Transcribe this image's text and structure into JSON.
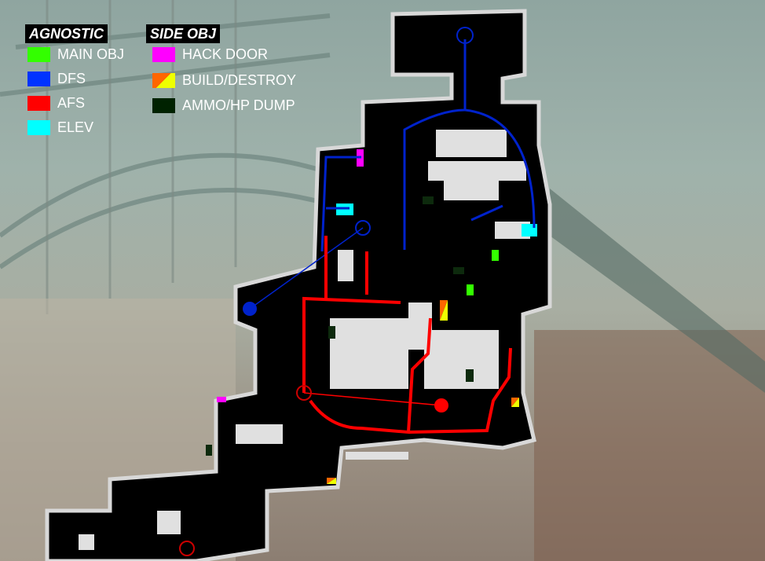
{
  "legend": {
    "agnostic": {
      "title": "AGNOSTIC",
      "items": [
        {
          "label": "MAIN OBJ",
          "color": "#33ff00"
        },
        {
          "label": "DFS",
          "color": "#0033ff"
        },
        {
          "label": "AFS",
          "color": "#ff0000"
        },
        {
          "label": "ELEV",
          "color": "#00ffff"
        }
      ]
    },
    "side_obj": {
      "title": "SIDE OBJ",
      "items": [
        {
          "label": "HACK DOOR",
          "color": "#ff00ff"
        },
        {
          "label": "BUILD/DESTROY",
          "color": "#ff6600",
          "color2": "#eeff00"
        },
        {
          "label": "AMMO/HP DUMP",
          "color": "#002200"
        }
      ]
    }
  },
  "colors": {
    "route_defense": "#0022cc",
    "route_attack": "#ff0000",
    "map_floor": "#000000",
    "map_outline": "#d8d8d8"
  }
}
